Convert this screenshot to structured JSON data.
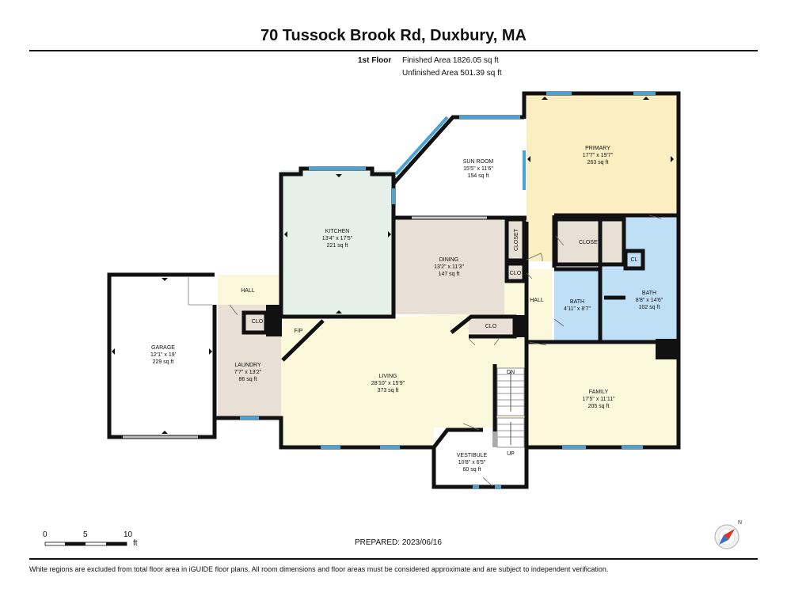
{
  "header": {
    "title": "70 Tussock Brook Rd, Duxbury, MA",
    "floor": "1st Floor",
    "finished_area": "Finished Area 1826.05 sq ft",
    "unfinished_area": "Unfinished Area 501.39 sq ft"
  },
  "rooms": {
    "primary": {
      "name": "PRIMARY",
      "dims": "17'7\" x 19'7\"",
      "area": "263 sq ft"
    },
    "sunroom": {
      "name": "SUN ROOM",
      "dims": "15'5\" x 11'6\"",
      "area": "154 sq ft"
    },
    "kitchen": {
      "name": "KITCHEN",
      "dims": "13'4\" x 17'5\"",
      "area": "221 sq ft"
    },
    "dining": {
      "name": "DINING",
      "dims": "13'2\" x 11'3\"",
      "area": "147 sq ft"
    },
    "garage": {
      "name": "GARAGE",
      "dims": "12'1\" x 19'",
      "area": "229 sq ft"
    },
    "laundry": {
      "name": "LAUNDRY",
      "dims": "7'7\" x 13'2\"",
      "area": "86 sq ft"
    },
    "living": {
      "name": "LIVING",
      "dims": "28'10\" x 15'9\"",
      "area": "373 sq ft"
    },
    "bath_small": {
      "name": "BATH",
      "dims": "4'11\" x 8'7\""
    },
    "bath_large": {
      "name": "BATH",
      "dims": "8'8\" x 14'6\"",
      "area": "102 sq ft"
    },
    "family": {
      "name": "FAMILY",
      "dims": "17'5\" x 11'11\"",
      "area": "205 sq ft"
    },
    "vestibule": {
      "name": "VESTIBULE",
      "dims": "10'8\" x 6'5\"",
      "area": "60 sq ft"
    }
  },
  "labels": {
    "closet_main": "CLOSET",
    "closet_vertical": "CLOSET",
    "clo_dining": "CLO",
    "clo_living": "CLO",
    "clo_laundry": "CLO",
    "cl_bath": "CL",
    "hall_left": "HALL",
    "hall_right": "HALL",
    "fp": "F/P",
    "dn": "DN",
    "up": "UP"
  },
  "scale": {
    "ticks": [
      "0",
      "5",
      "10"
    ],
    "unit": "ft"
  },
  "compass_label": "N",
  "prepared": "PREPARED: 2023/06/16",
  "disclaimer": "White regions are excluded from total floor area in iGUIDE floor plans. All room dimensions and floor areas must be considered approximate and are subject to independent verification.",
  "colors": {
    "primary": "#fbeec1",
    "kitchen": "#e5f1e8",
    "dining": "#e8e0d4",
    "laundry": "#e8e0d4",
    "closet": "#e8e0d4",
    "living": "#fcf8dc",
    "bath": "#bfdff6",
    "window": "#4aa3d6",
    "wall": "#111111"
  }
}
